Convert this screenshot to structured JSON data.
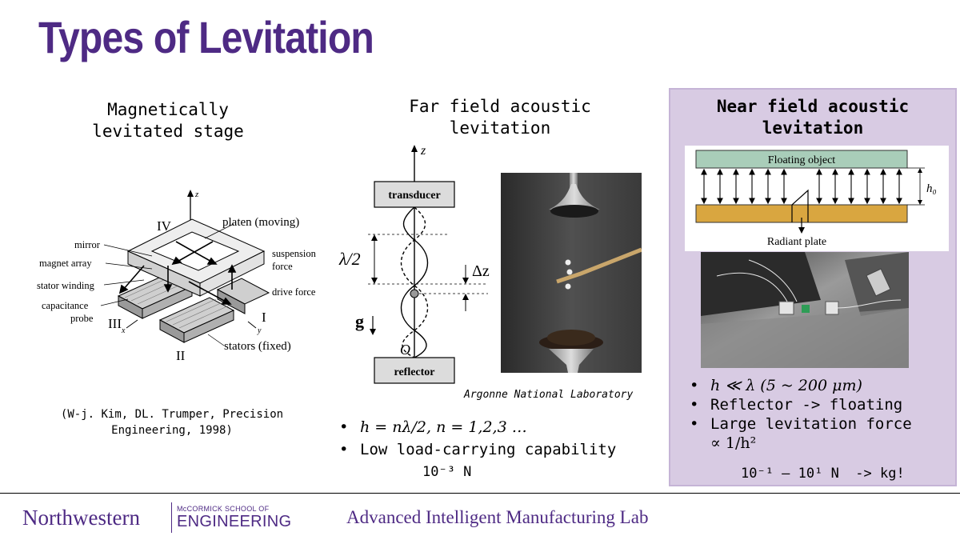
{
  "slide": {
    "title": "Types of Levitation"
  },
  "magnetic": {
    "heading_line1": "Magnetically",
    "heading_line2": "levitated stage",
    "figure_labels": {
      "z_axis": "z",
      "roman_iv": "IV",
      "platen": "platen (moving)",
      "mirror": "mirror",
      "magnet_array": "magnet array",
      "stator_winding": "stator winding",
      "capacitance": "capacitance",
      "probe": "probe",
      "suspension": "suspension",
      "force": "force",
      "drive_force": "drive force",
      "roman_iii": "III",
      "roman_i": "I",
      "roman_ii": "II",
      "x_axis": "x",
      "y_axis": "y",
      "stators": "stators (fixed)"
    },
    "citation_line1": "(W-j. Kim, DL. Trumper, Precision",
    "citation_line2": "Engineering, 1998)"
  },
  "far_field": {
    "heading_line1": "Far field acoustic",
    "heading_line2": "levitation",
    "diagram": {
      "z_label": "z",
      "transducer": "transducer",
      "reflector": "reflector",
      "lambda_half": "λ/2",
      "delta_z": "Δz",
      "g": "g",
      "origin": "O"
    },
    "photo_credit": "Argonne National Laboratory",
    "bullets": [
      "h = nλ/2, n = 1,2,3 …",
      "Low load-carrying capability"
    ],
    "force_value": "10⁻³ N"
  },
  "near_field": {
    "heading_line1": "Near field acoustic",
    "heading_line2": "levitation",
    "diagram": {
      "floating_object": "Floating object",
      "radiant_plate": "Radiant plate",
      "h0": "h₀"
    },
    "bullets": [
      "h ≪ λ (5 ~ 200 μm)",
      "Reflector -> floating",
      "Large levitation force"
    ],
    "proportional": "∝ 1/h²",
    "force_range": "10⁻¹ – 10¹ N  -> kg!"
  },
  "footer": {
    "university": "Northwestern",
    "school_small": "McCORMICK SCHOOL OF",
    "school_big": "ENGINEERING",
    "lab": "Advanced Intelligent Manufacturing Lab"
  },
  "colors": {
    "title_purple": "#4e2a84",
    "near_panel_bg": "#d8cbe3",
    "floating_object": "#a9cdb9",
    "radiant_plate": "#d9a640"
  }
}
